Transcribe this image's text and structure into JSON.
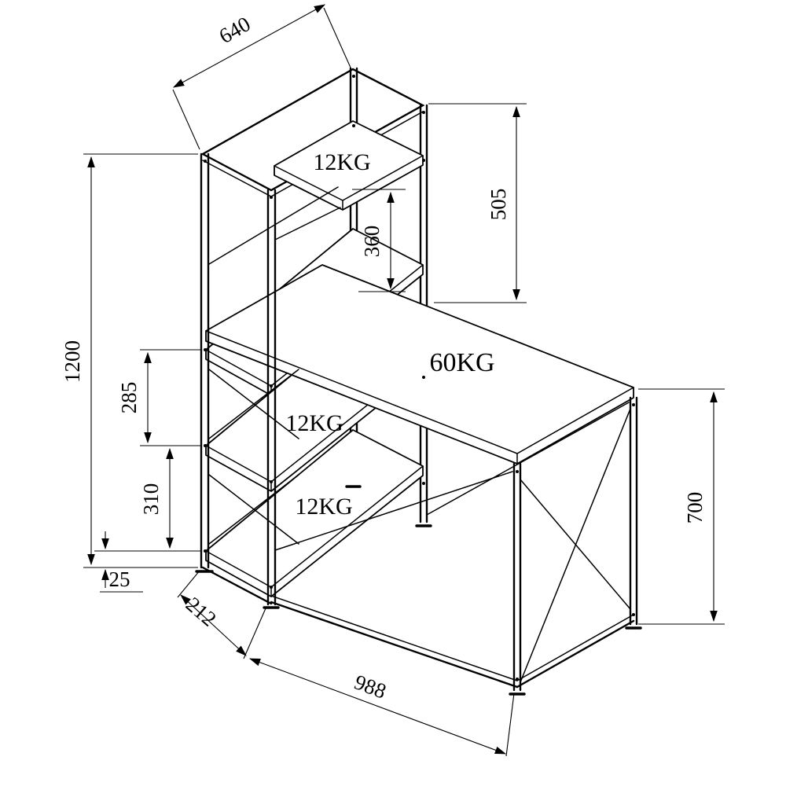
{
  "dimensions": {
    "overall_depth": "640",
    "hutch_height": "505",
    "desktop_to_top_shelf": "360",
    "shelf_unit_height": "1200",
    "upper_shelf_spacing": "285",
    "lower_shelf_spacing": "310",
    "base_height": "25",
    "shelf_unit_depth": "212",
    "desk_width": "988",
    "desk_height": "700"
  },
  "load_ratings": {
    "top_shelf": "12KG",
    "desktop": "60KG",
    "middle_shelf": "12KG",
    "bottom_shelf": "12KG"
  },
  "colors": {
    "line": "#000000",
    "background": "#ffffff"
  }
}
